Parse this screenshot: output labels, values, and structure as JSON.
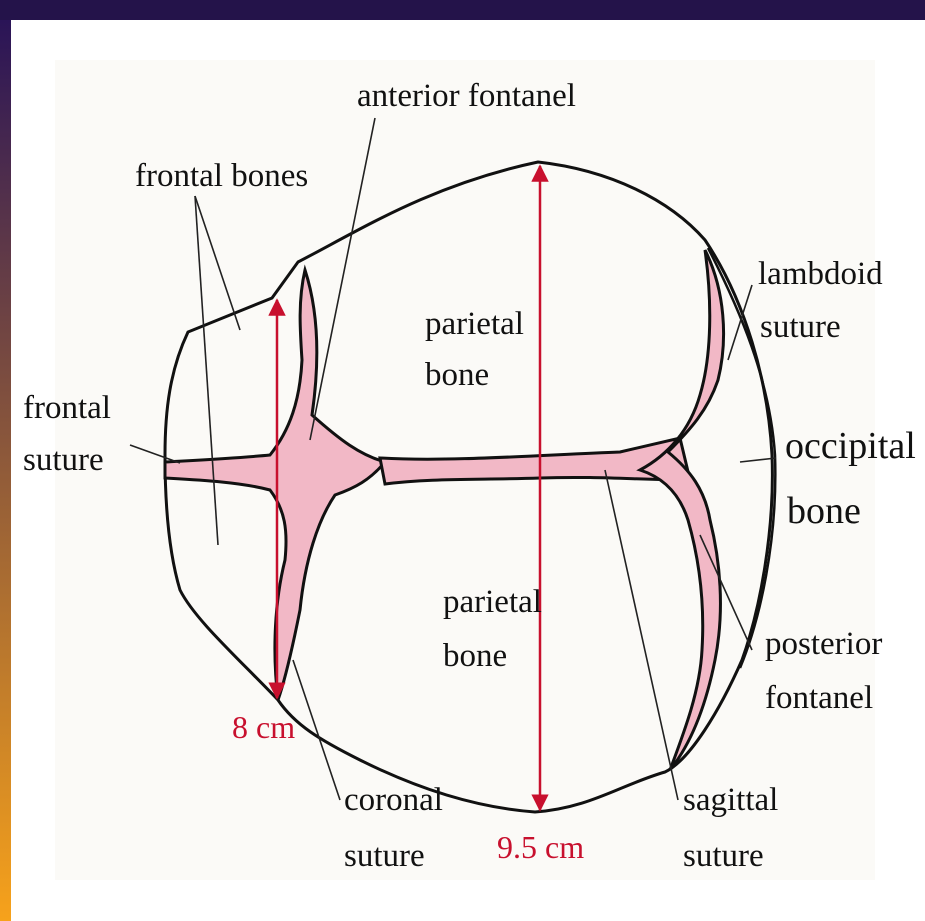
{
  "colors": {
    "top_bar": "#24134a",
    "side_bar_top": "#2a1457",
    "side_bar_bottom": "#f7a21b",
    "fontanel_fill": "#f2b8c6",
    "measure": "#c8102e",
    "outline": "#111111"
  },
  "labels": {
    "anterior_fontanel": "anterior fontanel",
    "frontal_bones": "frontal bones",
    "lambdoid_line1": "lambdoid",
    "lambdoid_line2": "suture",
    "parietal_upper_line1": "parietal",
    "parietal_upper_line2": "bone",
    "frontal_suture_line1": "frontal",
    "frontal_suture_line2": "suture",
    "occipital_line1": "occipital",
    "occipital_line2": "bone",
    "parietal_lower_line1": "parietal",
    "parietal_lower_line2": "bone",
    "posterior_line1": "posterior",
    "posterior_line2": "fontanel",
    "coronal_line1": "coronal",
    "coronal_line2": "suture",
    "sagittal_line1": "sagittal",
    "sagittal_line2": "suture"
  },
  "measurements": {
    "width": "8 cm",
    "length": "9.5 cm"
  }
}
